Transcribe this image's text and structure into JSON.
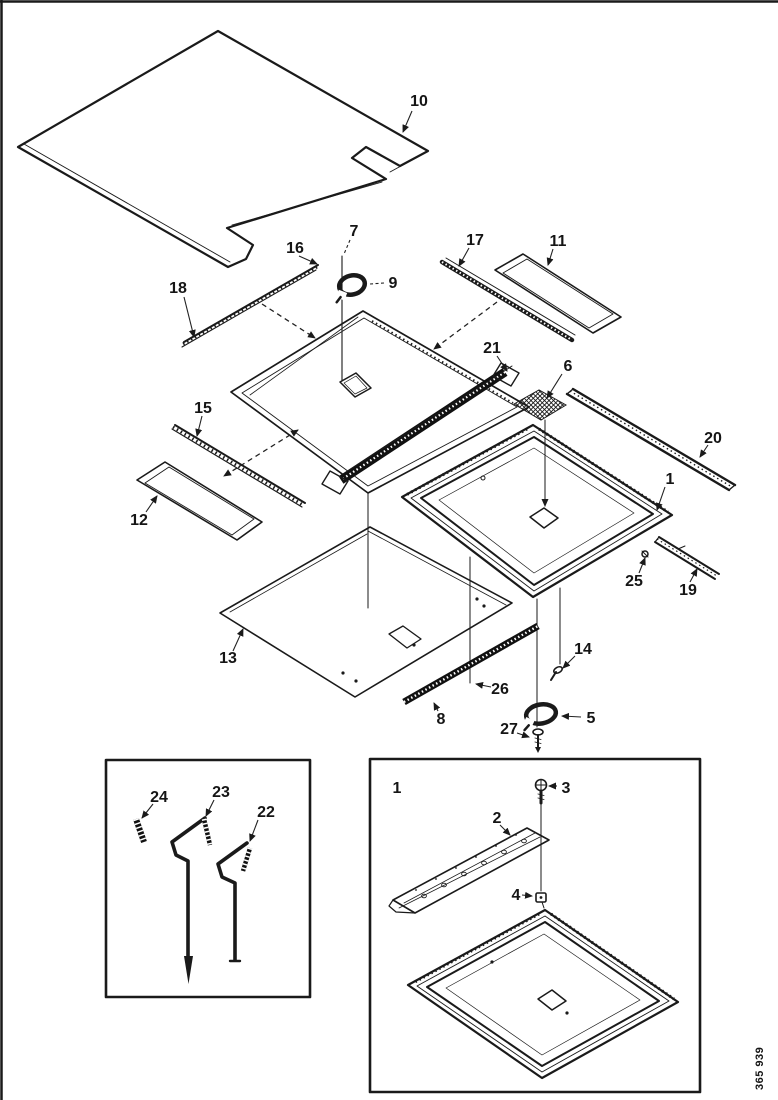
{
  "figure": {
    "doc_number": "365 939"
  },
  "callouts": {
    "c1": "1",
    "c2": "2",
    "c3": "3",
    "c4": "4",
    "c5": "5",
    "c6": "6",
    "c7": "7",
    "c8": "8",
    "c9": "9",
    "c10": "10",
    "c11": "11",
    "c12": "12",
    "c13": "13",
    "c14": "14",
    "c15": "15",
    "c16": "16",
    "c17": "17",
    "c18": "18",
    "c19": "19",
    "c20": "20",
    "c21": "21",
    "c22": "22",
    "c23": "23",
    "c24": "24",
    "c25": "25",
    "c26": "26",
    "c27": "27"
  }
}
